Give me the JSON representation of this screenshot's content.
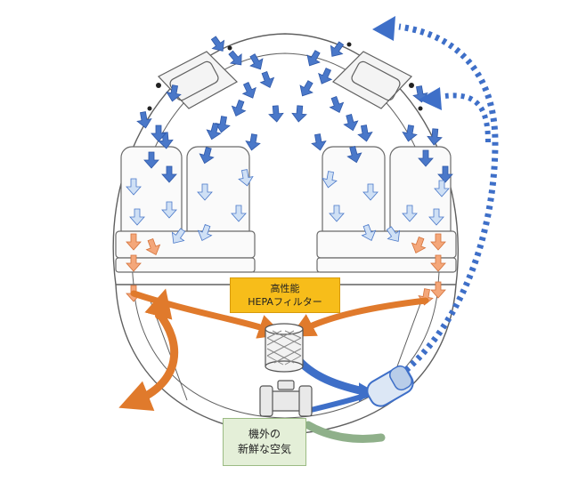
{
  "labels": {
    "hepa_line1": "高性能",
    "hepa_line2": "HEPAフィルター",
    "fresh_line1": "機外の",
    "fresh_line2": "新鮮な空気"
  },
  "colors": {
    "outline": "#606060",
    "cabin_arrow": "#4a78c9",
    "cabin_arrow_light": "#cfe0f5",
    "lower_arrow": "#f4a77a",
    "recirculation": "#e07a2c",
    "flow_blue": "#3e6fc8",
    "fresh_air": "#8fb08a",
    "hepa": "#f7bd1a",
    "fresh_box": "#e4efd8"
  },
  "icons": [
    "hepa-filter-cylinder-icon",
    "fresh-air-intake-icon",
    "mixer-duct-icon"
  ]
}
